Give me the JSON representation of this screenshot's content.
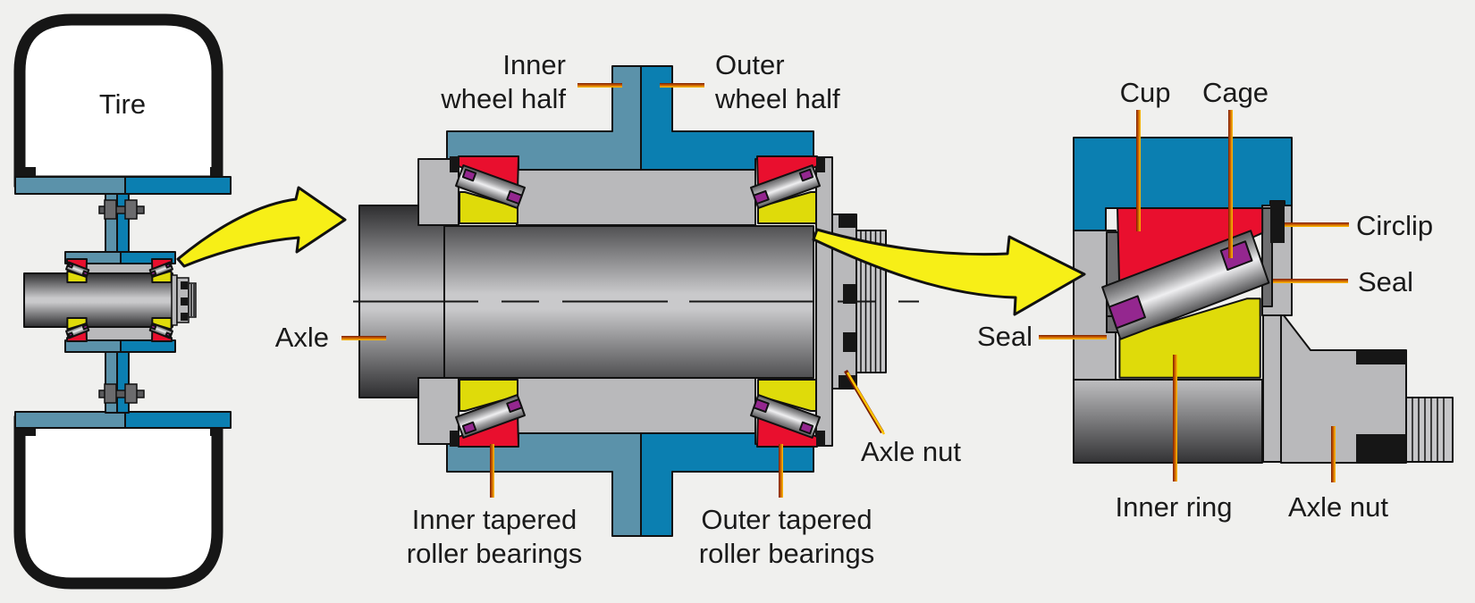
{
  "figure_type": "wheel-bearing-assembly-cutaway-diagram",
  "labels": {
    "tire": "Tire",
    "inner_wheel_half_1": "Inner",
    "inner_wheel_half_2": "wheel half",
    "outer_wheel_half_1": "Outer",
    "outer_wheel_half_2": "wheel half",
    "axle": "Axle",
    "inner_bearings_1": "Inner tapered",
    "inner_bearings_2": "roller bearings",
    "outer_bearings_1": "Outer tapered",
    "outer_bearings_2": "roller bearings",
    "axle_nut_mid": "Axle nut",
    "cup": "Cup",
    "cage": "Cage",
    "circlip": "Circlip",
    "seal_right": "Seal",
    "seal_left": "Seal",
    "inner_ring": "Inner ring",
    "axle_nut_detail": "Axle nut"
  },
  "colors": {
    "bg": "#f0f0ee",
    "white": "#ffffff",
    "outline": "#111111",
    "tire_black": "#161616",
    "blue_light": "#5b92aa",
    "blue_dark": "#0b7fb1",
    "gray_light": "#b9b9bb",
    "gray_seal": "#6e6e70",
    "gray_bolt": "#5a5a5c",
    "red": "#e90f2e",
    "yellow": "#dfdb0a",
    "arrow_yellow": "#f7ef17",
    "purple": "#94278f",
    "leader_dark": "#7a1e00",
    "leader_mid": "#c85a00",
    "leader_light": "#ffc400",
    "text": "#1a1a1a"
  }
}
